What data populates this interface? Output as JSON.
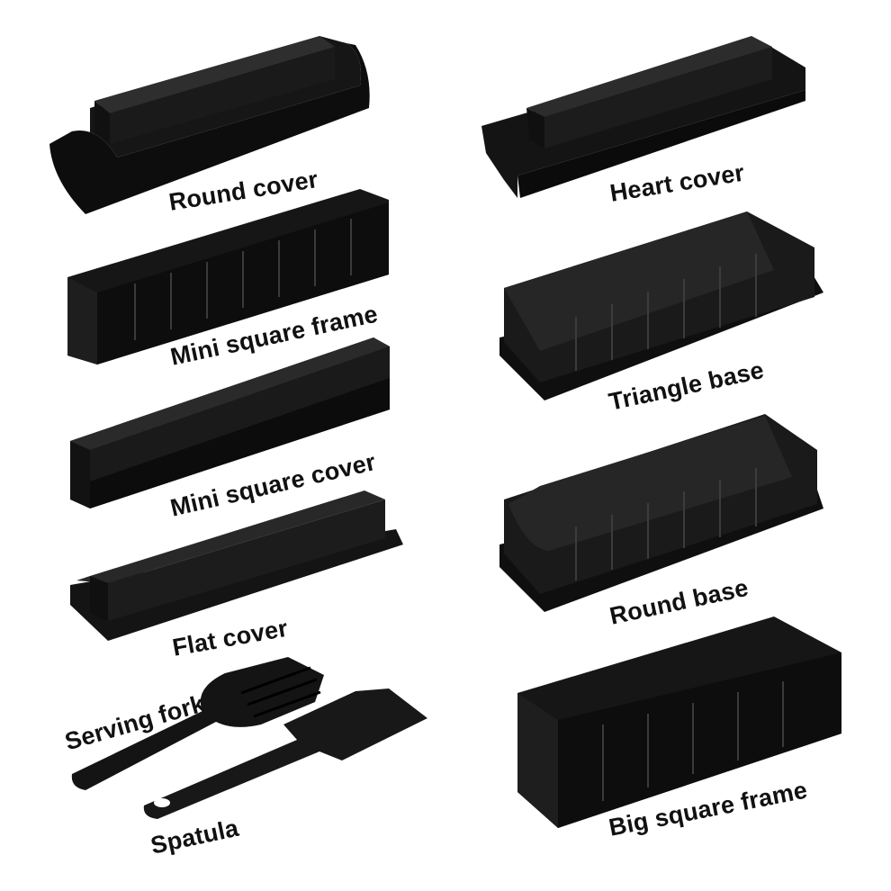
{
  "colors": {
    "background": "#ffffff",
    "plastic_dark": "#0d0d0d",
    "plastic_mid": "#1c1c1c",
    "plastic_light": "#2e2e2e",
    "highlight": "#4a4a4a",
    "label_text": "#111111"
  },
  "labels": {
    "round_cover": "Round cover",
    "heart_cover": "Heart cover",
    "mini_square_frame": "Mini square frame",
    "triangle_base": "Triangle base",
    "mini_square_cover": "Mini square cover",
    "flat_cover": "Flat cover",
    "round_base": "Round base",
    "serving_fork": "Serving fork",
    "spatula": "Spatula",
    "big_square_frame": "Big square frame"
  }
}
